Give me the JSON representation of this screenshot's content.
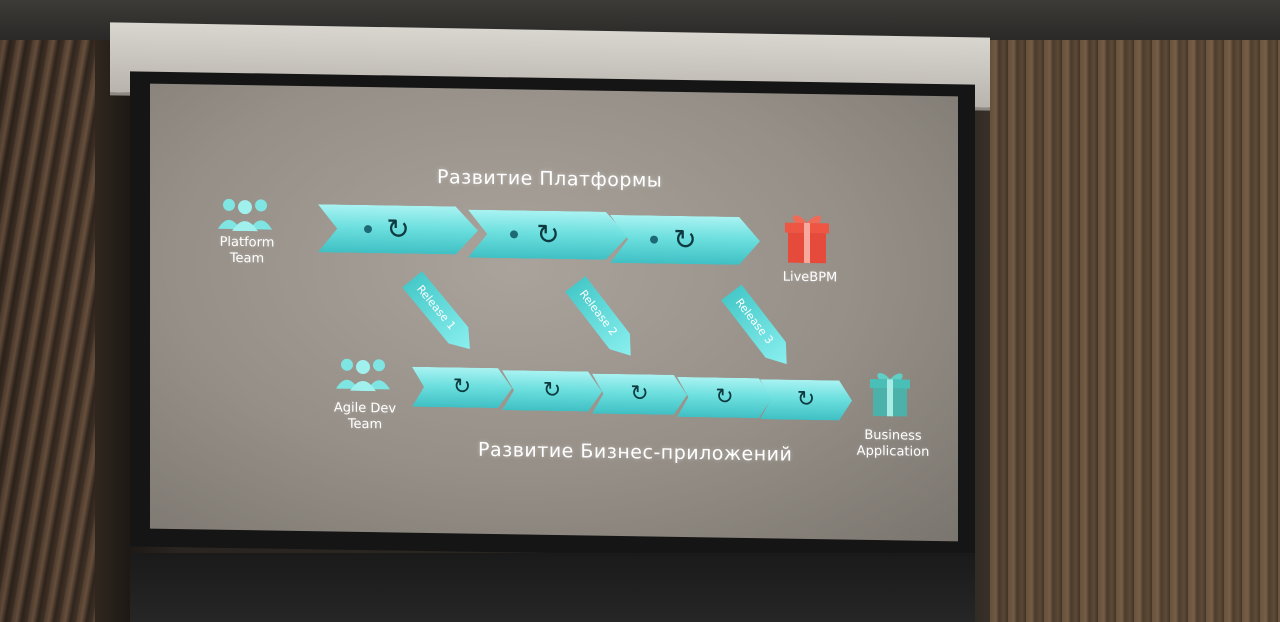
{
  "slide": {
    "top_title": "Развитие Платформы",
    "bottom_title": "Развитие Бизнес-приложений",
    "platform_team": [
      "Platform",
      "Team"
    ],
    "agile_team": [
      "Agile Dev",
      "Team"
    ],
    "livebpm": "LiveBPM",
    "business_app": [
      "Business",
      "Application"
    ],
    "releases": [
      "Release 1",
      "Release 2",
      "Release 3"
    ],
    "cycle_icon": "↻",
    "team_icon": "people-group-icon",
    "gift_icon": "gift-box-icon"
  },
  "colors": {
    "chevron": "#6ee0df",
    "gift_red": "#e64a3b",
    "gift_teal": "#3fb8b0",
    "text": "#ffffff"
  }
}
